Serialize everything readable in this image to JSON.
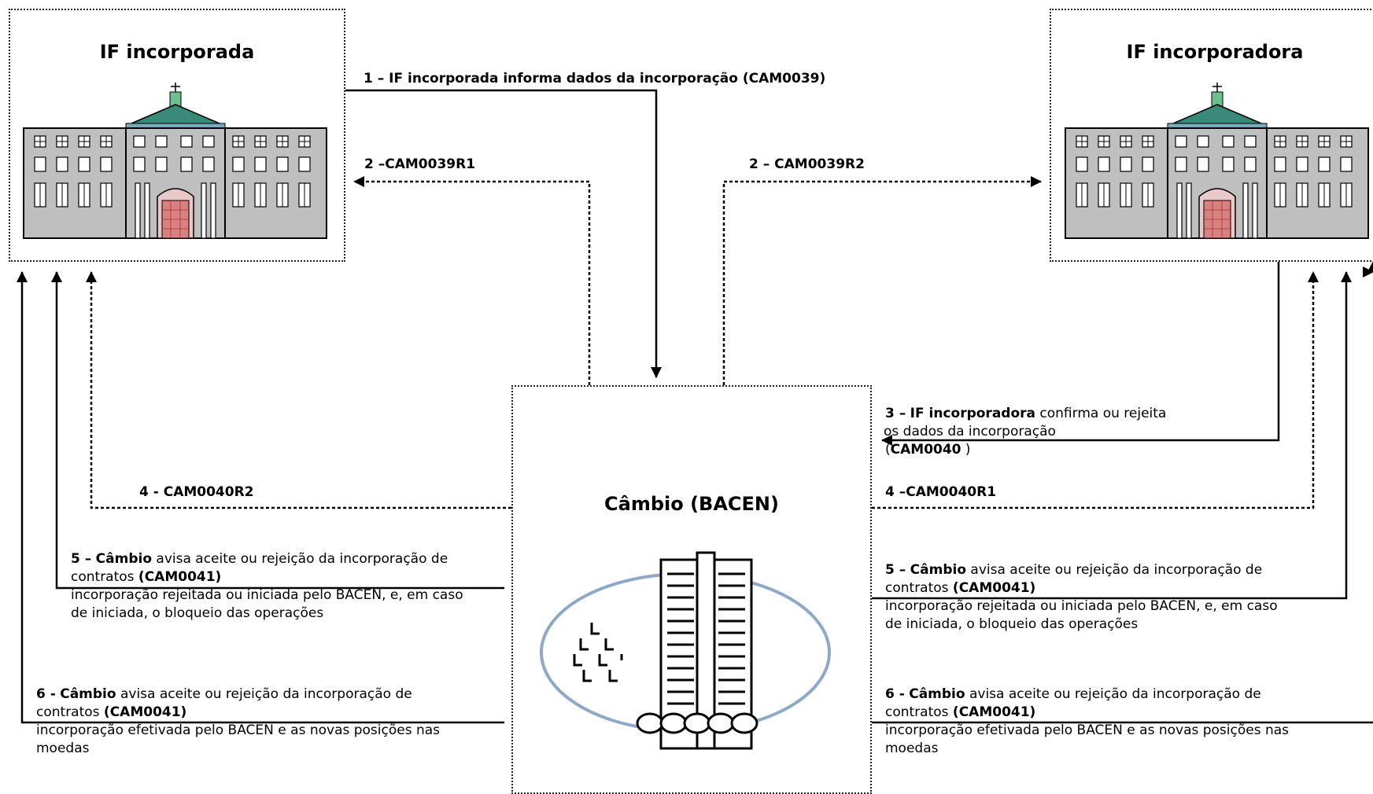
{
  "nodes": {
    "incorporada": {
      "title": "IF incorporada"
    },
    "incorporadora": {
      "title": "IF incorporadora"
    },
    "cambio": {
      "title": "Câmbio (BACEN)"
    }
  },
  "messages": {
    "m1": {
      "text": "1 – IF incorporada  informa dados da incorporação (CAM0039)"
    },
    "m2a": {
      "text": "2 –CAM0039R1"
    },
    "m2b": {
      "text": "2 – CAM0039R2"
    },
    "m3": {
      "num": "3 –",
      "actor": "IF incorporadora",
      "line1_rest": "  confirma  ou rejeita",
      "line2": "os dados da incorporação",
      "code_open": "(",
      "code": "CAM0040",
      "code_close": " )"
    },
    "m4a": {
      "text": "4 - CAM0040R2"
    },
    "m4b": {
      "text": "4 –CAM0040R1"
    },
    "m5_left": {
      "num": "5 –",
      "actor": "Câmbio",
      "line1_rest": " avisa aceite ou rejeição da incorporação de",
      "line2": "contratos  ",
      "code": " (CAM0041)",
      "line3": "incorporação rejeitada ou iniciada pelo BACEN, e, em caso",
      "line4": "de iniciada, o bloqueio das operações"
    },
    "m5_right": {
      "num": "5 –",
      "actor": "Câmbio",
      "line1_rest": " avisa aceite ou rejeição da incorporação de",
      "line2": "contratos  ",
      "code": " (CAM0041)",
      "line3": "incorporação rejeitada ou iniciada pelo BACEN, e, em caso",
      "line4": "de iniciada, o bloqueio das operações"
    },
    "m6_left": {
      "num": "6 -",
      "actor": "Câmbio",
      "line1_rest": " avisa aceite ou rejeição da incorporação de",
      "line2": "contratos  ",
      "code": " (CAM0041)",
      "line3": "incorporação efetivada pelo BACEN e as novas posições nas",
      "line4": "moedas"
    },
    "m6_right": {
      "num": "6 -",
      "actor": "Câmbio",
      "line1_rest": " avisa aceite ou rejeição da incorporação de",
      "line2": "contratos  ",
      "code": " (CAM0041)",
      "line3": "incorporação efetivada pelo BACEN e as novas posições nas",
      "line4": "moedas"
    }
  },
  "icons": [
    "bank-building-icon",
    "bacen-logo-icon"
  ],
  "colors": {
    "line": "#000000",
    "roof": "#3a8a7a",
    "wall": "#bfbfbf",
    "door": "#cc3333",
    "ellipse": "#8ea8c8"
  }
}
